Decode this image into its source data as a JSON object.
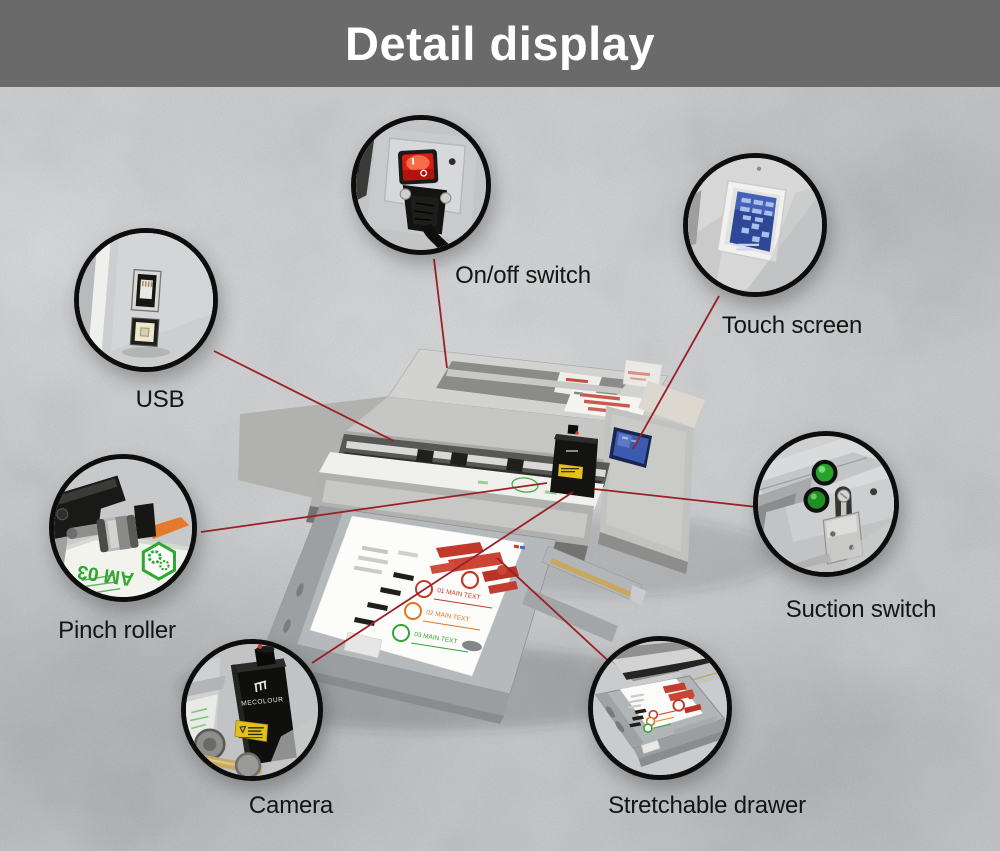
{
  "title": "Detail display",
  "callouts": [
    {
      "id": "onoff",
      "label": "On/off switch"
    },
    {
      "id": "touch",
      "label": "Touch screen"
    },
    {
      "id": "usb",
      "label": "USB"
    },
    {
      "id": "pinch",
      "label": "Pinch roller"
    },
    {
      "id": "suction",
      "label": "Suction switch"
    },
    {
      "id": "camera",
      "label": "Camera"
    },
    {
      "id": "drawer",
      "label": "Stretchable drawer"
    }
  ],
  "machine": {
    "brand": "MECOLOUR",
    "tray_sheet_rows": [
      "01 MAIN TEXT",
      "02 MAIN TEXT",
      "03 MAIN TEXT"
    ],
    "pinch_sheet_text": "AM 03"
  },
  "colors": {
    "title_bar": "#6a6a6a",
    "title_text": "#ffffff",
    "callout_line": "#9a2026",
    "circle_border": "#0d0d0d",
    "label_text": "#141414",
    "background": "#c7c9cb",
    "switch_red": "#d81f14",
    "button_green": "#27a32c",
    "screen_blue": "#3c5bb0"
  }
}
